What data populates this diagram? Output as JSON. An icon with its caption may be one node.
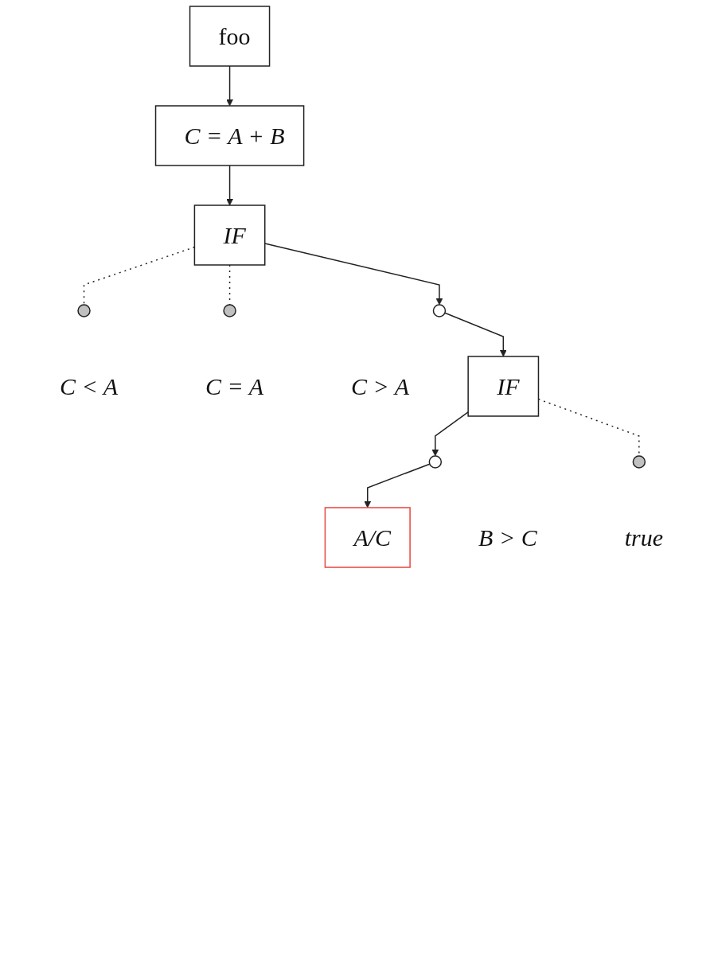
{
  "diagram": {
    "nodes": [
      {
        "text": [
          "foo"
        ]
      },
      {
        "text": [
          "C = A + B"
        ]
      },
      {
        "text": [
          "IF"
        ]
      },
      {
        "text": [],
        "shape": "circle",
        "beside": [
          "C < A"
        ]
      },
      {
        "text": [],
        "shape": "circle",
        "beside": [
          "C = A"
        ]
      },
      {
        "text": [],
        "shape": "circle",
        "beside": [
          "C > A"
        ]
      },
      {
        "text": [
          "IF"
        ]
      },
      {
        "text": [],
        "shape": "circle",
        "beside": [
          "B > C"
        ]
      },
      {
        "text": [],
        "shape": "circle",
        "beside": [
          "true"
        ]
      },
      {
        "text": [
          "A/C"
        ]
      }
    ],
    "edges": [
      {
        "from": 0,
        "to": 1,
        "arrow": "to"
      },
      {
        "from": 1,
        "to": 2,
        "arrow": "to"
      },
      {
        "from": 2,
        "to": 3,
        "arrow": "none",
        "style": "dashed"
      },
      {
        "from": 2,
        "to": 4,
        "arrow": "none",
        "style": "dashed"
      },
      {
        "from": 2,
        "to": 5,
        "arrow": "to"
      },
      {
        "from": 5,
        "to": 6,
        "arrow": "to"
      },
      {
        "from": 6,
        "to": 7,
        "arrow": "to"
      },
      {
        "from": 6,
        "to": 8,
        "arrow": "none",
        "style": "dashed"
      },
      {
        "from": 7,
        "to": 9,
        "arrow": "to"
      }
    ]
  }
}
